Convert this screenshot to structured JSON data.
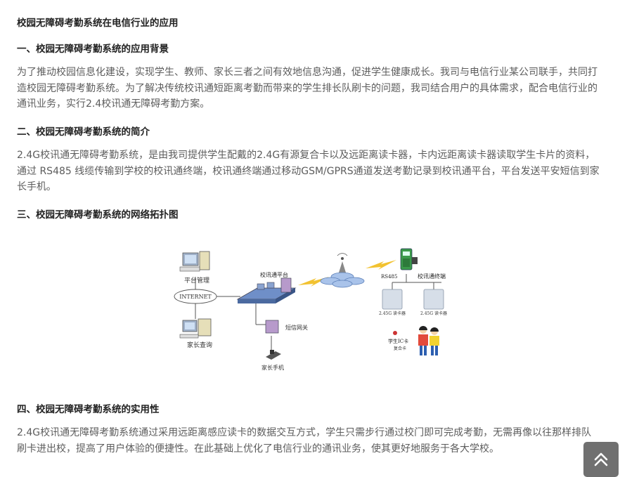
{
  "article": {
    "title": "校园无障碍考勤系统在电信行业的应用",
    "sections": [
      {
        "heading": "一、校园无障碍考勤系统的应用背景",
        "text": "为了推动校园信息化建设，实现学生、教师、家长三者之间有效地信息沟通，促进学生健康成长。我司与电信行业某公司联手，共同打造校园无障碍考勤系统。为了解决传统校讯通短距离考勤而带来的学生排长队刷卡的问题，我司结合用户的具体需求，配合电信行业的通讯业务，实行2.4校讯通无障碍考勤方案。"
      },
      {
        "heading": "二、校园无障碍考勤系统的简介",
        "text": "2.4G校讯通无障碍考勤系统，是由我司提供学生配戴的2.4G有源复合卡以及远距离读卡器，卡内远距离读卡器读取学生卡片的资料，通过 RS485 线缆传输到学校的校讯通终端，校讯通终端通过移动GSM/GPRS通道发送考勤记录到校讯通平台，平台发送平安短信到家长手机。"
      },
      {
        "heading": "三、校园无障碍考勤系统的网络拓扑图"
      },
      {
        "heading": "四、校园无障碍考勤系统的实用性",
        "text": "2.4G校讯通无障碍考勤系统通过采用远距离感应读卡的数据交互方式，学生只需步行通过校门即可完成考勤，无需再像以往那样排队刷卡进出校，提高了用户体验的便捷性。在此基础上优化了电信行业的通讯业务，使其更好地服务于各大学校。"
      }
    ],
    "diagram": {
      "platform_mgmt": "平台管理",
      "internet": "INTERNET",
      "parent_query": "家长查询",
      "xxt_platform": "校讯通平台",
      "sms_gateway": "短信网关",
      "parent_phone": "家长手机",
      "rs485": "RS485",
      "xxt_terminal": "校讯通终端",
      "reader_1": "2.45G 读卡器",
      "reader_2": "2.45G 读卡器",
      "student_card_line1": "学生IC卡",
      "student_card_line2": "复合卡"
    }
  },
  "back_to_top": {
    "icon": "double-chevron-up-icon"
  },
  "colors": {
    "heading": "#222222",
    "body_text": "#5c5c5c",
    "back_to_top_bg": "#707070",
    "diagram_blue": "#5b7fb8",
    "diagram_yellow": "#f2c230"
  }
}
